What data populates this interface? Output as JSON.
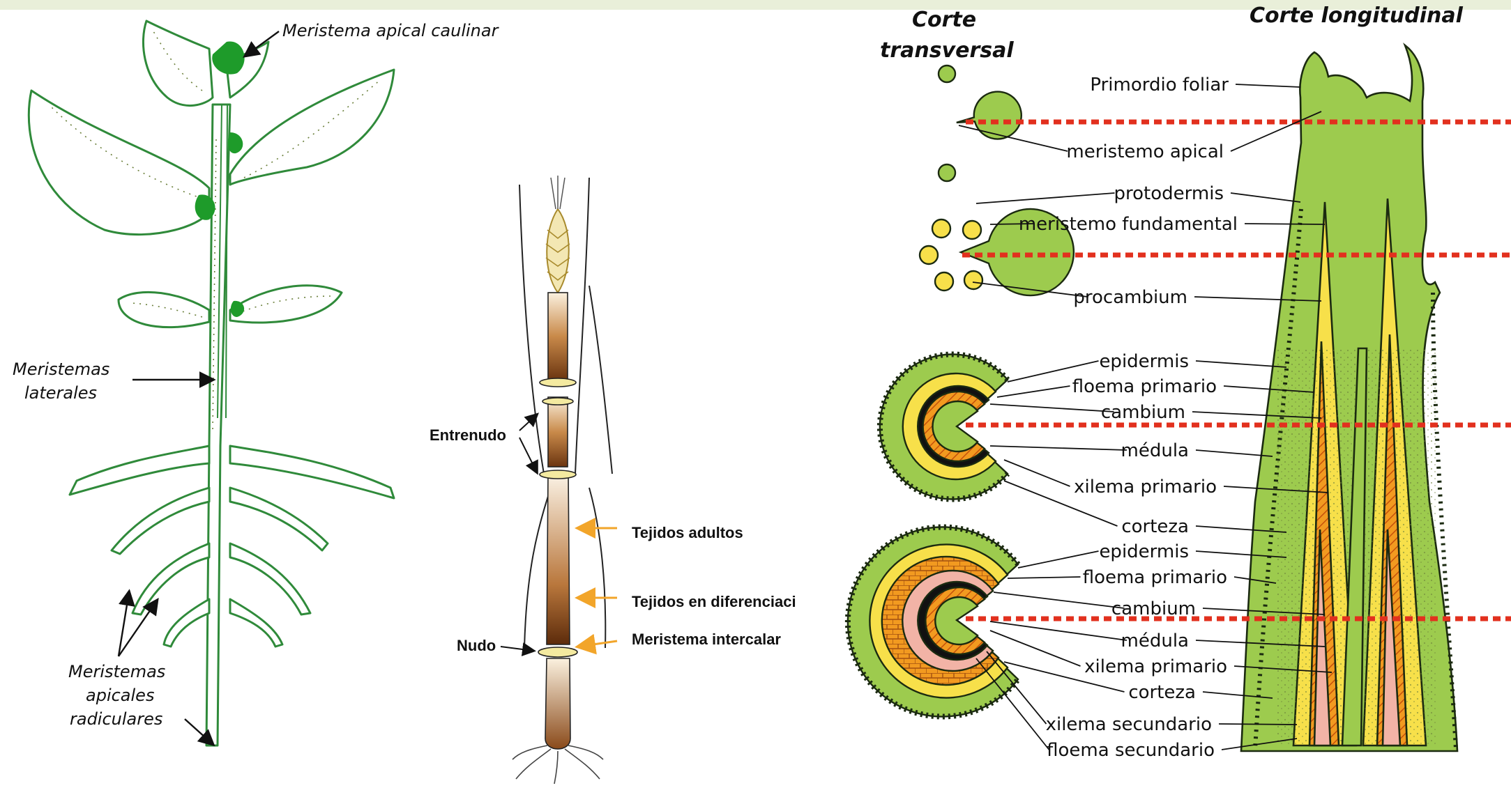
{
  "colors": {
    "tissue_green": "#9dcb4e",
    "meristem_dark": "#1e9b2a",
    "outline_green": "#2f8a3a",
    "procambium_yellow": "#f7e04a",
    "xylem_orange": "#f29a20",
    "pith_pink": "#f2b3a6",
    "cut_line_red": "#e2301e",
    "arrow_orange": "#f2a52a",
    "stem_brown": "#6b3510"
  },
  "plant": {
    "label_shoot_apical": "Meristema apical caulinar",
    "label_lateral_1": "Meristemas",
    "label_lateral_2": "laterales",
    "label_root_1": "Meristemas",
    "label_root_2": "apicales",
    "label_root_3": "radiculares"
  },
  "grass": {
    "label_internode": "Entrenudo",
    "label_node": "Nudo",
    "label_adult": "Tejidos adultos",
    "label_differentiating": "Tejidos en diferenciaci",
    "label_intercalary": "Meristema intercalar"
  },
  "sections": {
    "header_transverse_1": "Corte",
    "header_transverse_2": "transversal",
    "header_longitudinal": "Corte longitudinal",
    "labels": [
      "Primordio foliar",
      "meristemo apical",
      "protodermis",
      "meristemo fundamental",
      "procambium",
      "epidermis",
      "floema primario",
      "cambium",
      "médula",
      "xilema primario",
      "corteza",
      "epidermis",
      "floema primario",
      "cambium",
      "médula",
      "xilema primario",
      "corteza",
      "xilema secundario",
      "floema secundario"
    ]
  }
}
